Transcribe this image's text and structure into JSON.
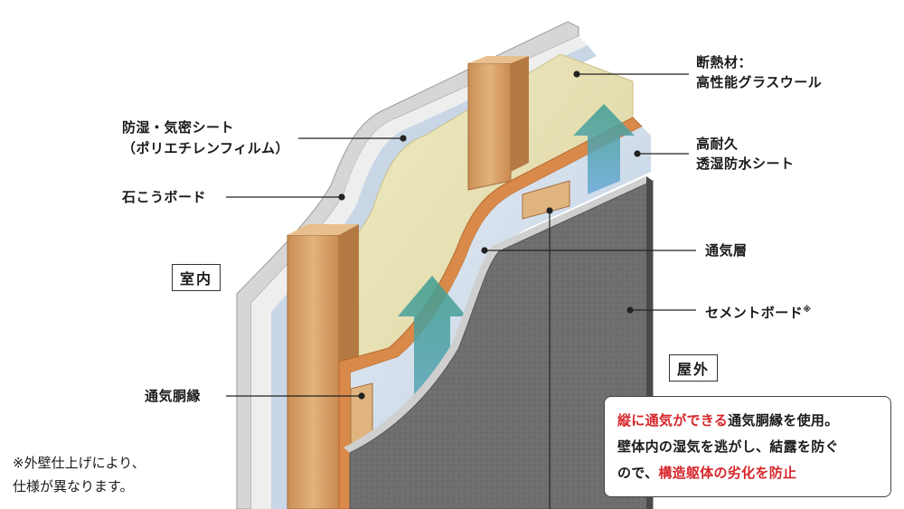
{
  "labels": {
    "insulation_1": "断熱材：",
    "insulation_2": "高性能グラスウール",
    "vapor_1": "防湿・気密シート",
    "vapor_2": "（ポリエチレンフィルム）",
    "plaster": "石こうボード",
    "waterproof_1": "高耐久",
    "waterproof_2": "透湿防水シート",
    "air_layer": "通気層",
    "cement": "セメントボード",
    "cement_mark": "※",
    "furring": "通気胴縁",
    "indoor": "室内",
    "outdoor": "屋外"
  },
  "footnote": {
    "line1": "※外壁仕上げにより、",
    "line2": "仕様が異なります。"
  },
  "callout": {
    "l1_red": "縦に通気ができる",
    "l1_rest": "通気胴縁を使用。",
    "l2": "壁体内の湿気を逃がし、結露を防ぐ",
    "l3_plain": "ので、",
    "l3_red": "構造躯体の劣化を防止"
  },
  "colors": {
    "accent_red": "#d6262b",
    "wood": "#d9a66f",
    "insulation": "#e9e3b4",
    "cement": "#6b6b6b"
  }
}
